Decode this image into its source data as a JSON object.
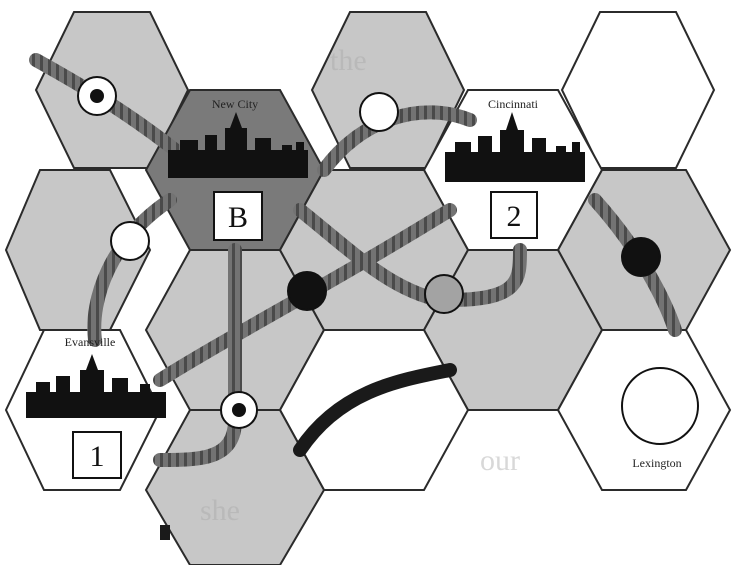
{
  "board": {
    "cities": {
      "new_city": {
        "name": "New City",
        "value": "B"
      },
      "cincinnati": {
        "name": "Cincinnati",
        "value": "2"
      },
      "evansville": {
        "name": "Evansville",
        "value": "1"
      },
      "lexington": {
        "name": "Lexington"
      }
    },
    "tokens": [
      {
        "id": "token-1",
        "style": "white-with-black-dot"
      },
      {
        "id": "token-2",
        "style": "white"
      },
      {
        "id": "token-3",
        "style": "white"
      },
      {
        "id": "token-4",
        "style": "black"
      },
      {
        "id": "token-5",
        "style": "gray"
      },
      {
        "id": "token-6",
        "style": "black"
      },
      {
        "id": "token-7",
        "style": "white-with-black-dot"
      }
    ],
    "colors": {
      "hex_gray": "#c7c7c7",
      "hex_city_dark": "#7a7a7a",
      "hex_white": "#ffffff",
      "track": "#6b6b6b",
      "outline": "#2b2b2b",
      "token_gray": "#a3a3a3"
    }
  }
}
